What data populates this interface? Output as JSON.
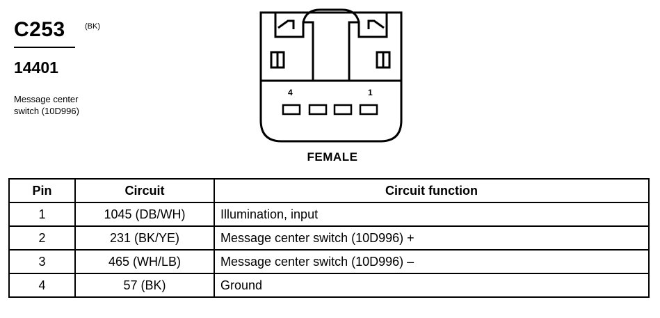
{
  "connector": {
    "id": "C253",
    "color": "(BK)",
    "part_number": "14401",
    "description_lines": [
      "Message center",
      "switch (10D996)"
    ],
    "gender": "FEMALE",
    "pin_labels": {
      "left": "4",
      "right": "1"
    }
  },
  "table": {
    "headers": {
      "pin": "Pin",
      "circuit": "Circuit",
      "function": "Circuit function"
    },
    "rows": [
      {
        "pin": "1",
        "circuit": "1045 (DB/WH)",
        "function": "Illumination, input"
      },
      {
        "pin": "2",
        "circuit": "231 (BK/YE)",
        "function": "Message center switch (10D996) +"
      },
      {
        "pin": "3",
        "circuit": "465 (WH/LB)",
        "function": "Message center switch (10D996) –"
      },
      {
        "pin": "4",
        "circuit": "57 (BK)",
        "function": "Ground"
      }
    ]
  }
}
